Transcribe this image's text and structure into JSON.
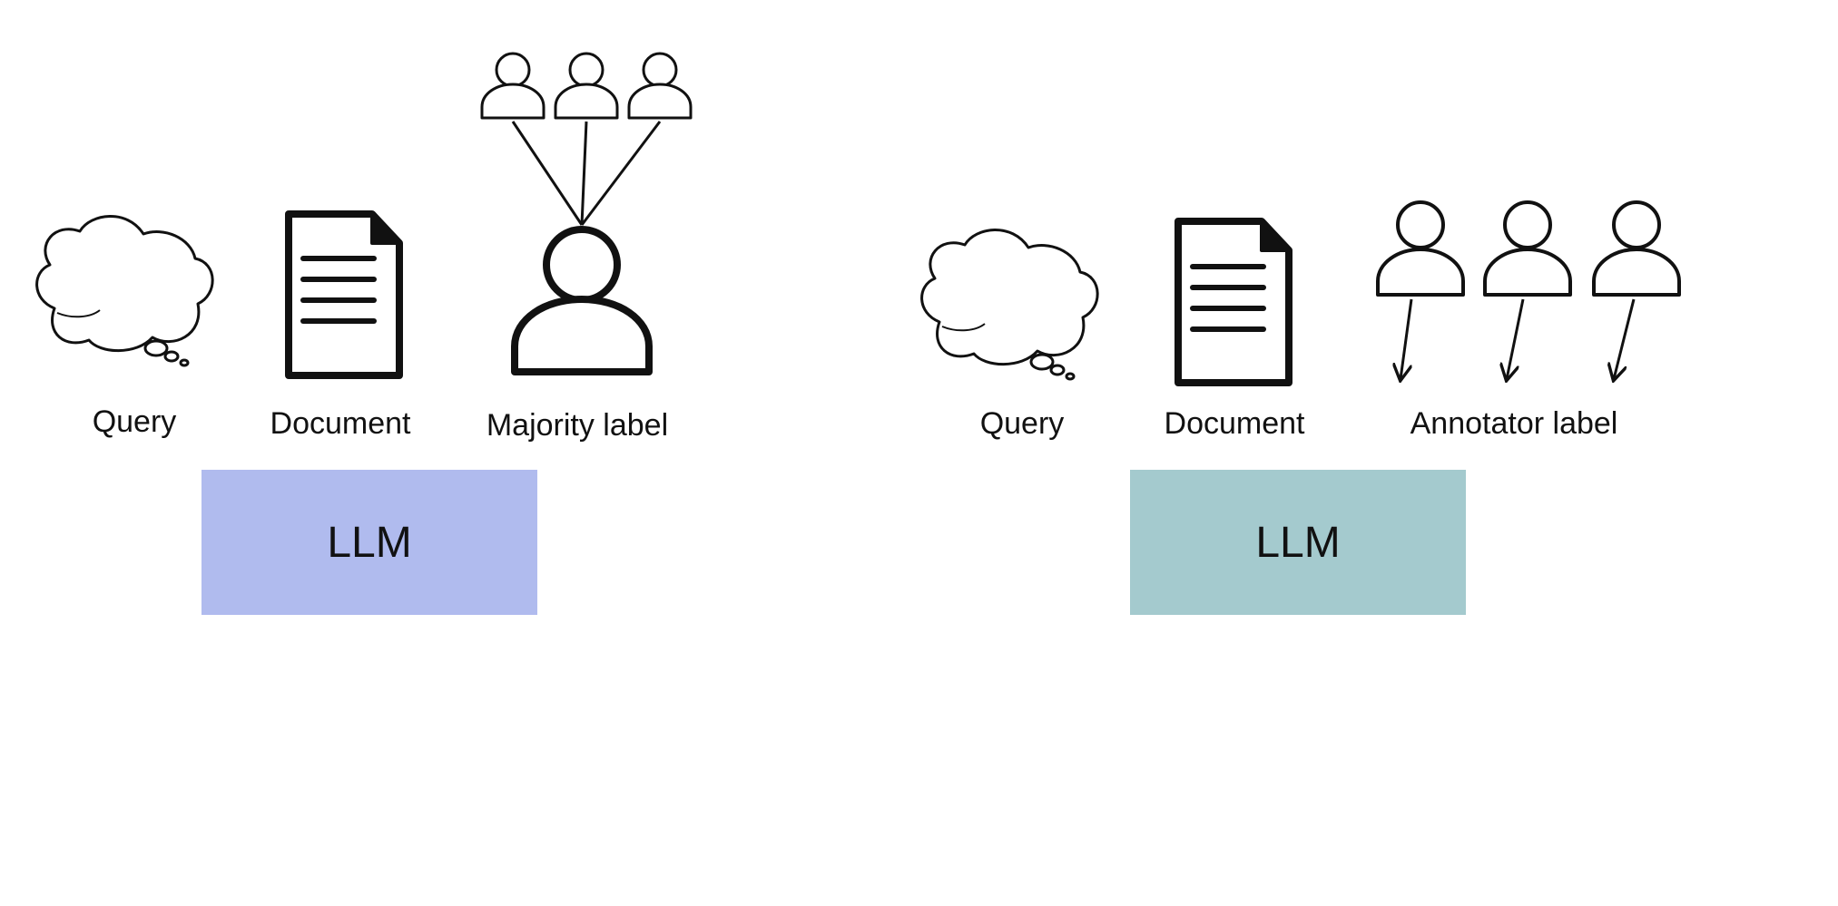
{
  "left_panel": {
    "query_label": "Query",
    "document_label": "Document",
    "label_label": "Majority label",
    "llm": {
      "label": "LLM",
      "color": "#b0bbee"
    }
  },
  "right_panel": {
    "query_label": "Query",
    "document_label": "Document",
    "label_label": "Annotator label",
    "llm": {
      "label": "LLM",
      "color": "#a4cace"
    }
  },
  "icons": {
    "query": "thought-cloud-icon",
    "document": "document-icon",
    "person": "person-icon"
  }
}
